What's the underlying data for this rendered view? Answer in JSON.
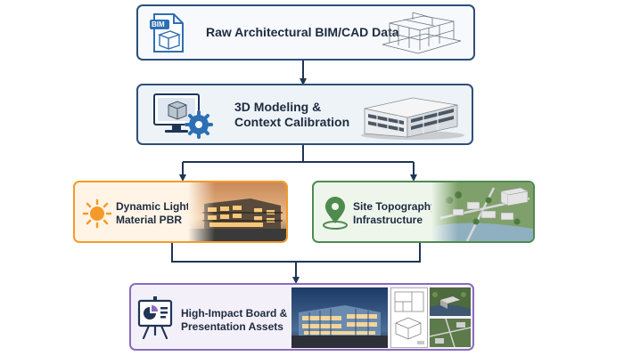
{
  "nodes": {
    "raw": {
      "label": "Raw Architectural BIM/CAD Data",
      "file_tag": "BIM"
    },
    "modeling": {
      "line1": "3D Modeling &",
      "line2": "Context Calibration"
    },
    "lighting": {
      "line1": "Dynamic Lighting &",
      "line2": "Material PBR"
    },
    "topography": {
      "line1": "Site Topography &",
      "line2": "Infrastructure"
    },
    "presentation": {
      "line1": "High-Impact Board &",
      "line2": "Presentation Assets"
    }
  },
  "icons": {
    "raw": "bim-file-icon",
    "modeling": "computer-gear-icon",
    "lighting": "sun-icon",
    "topography": "location-pin-icon",
    "presentation": "presentation-board-icon"
  },
  "colors": {
    "navy": "#1f3556",
    "blue_border": "#2e4f78",
    "blue_fill": "#eef3f8",
    "orange": "#f59a2a",
    "orange_fill": "#fff4e5",
    "green": "#4f8a4f",
    "green_fill": "#eef6ec",
    "purple": "#8a6bbf",
    "purple_fill": "#f4f0fa"
  }
}
